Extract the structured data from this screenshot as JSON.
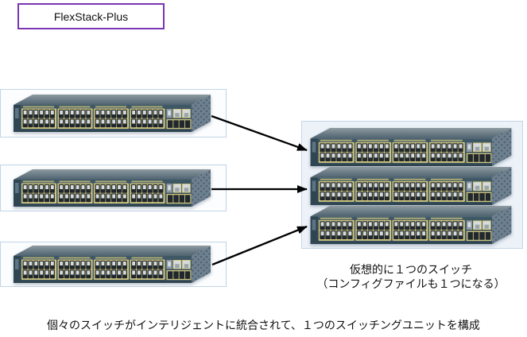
{
  "header": {
    "flexstack_label": "FlexStack-Plus"
  },
  "captions": {
    "stack_line1": "仮想的に１つのスイッチ",
    "stack_line2": "（コンフィグファイルも１つになる）",
    "bottom": "個々のスイッチがインテリジェントに統合されて、１つのスイッチングユニットを構成"
  },
  "diagram": {
    "standalone_switch_count": 3,
    "stacked_switch_count": 3,
    "arrow_count": 3,
    "switch_port_count": 48
  },
  "colors": {
    "accent_purple": "#7a35b2",
    "box_border": "#c3d4e6",
    "left_box_fill": "#fbfdff",
    "stack_box_fill": "#edf2f9",
    "arrow_color": "#000000",
    "text_color": "#111111",
    "sw_chassis": "#3f5865",
    "sw_chassis_dark": "#2f4552",
    "sw_top_light": "#8d9aa0",
    "sw_top_dark": "#4e6270",
    "sw_side": "#6d8090",
    "sw_side_dark": "#465864",
    "sw_port_frame": "#cfc47e",
    "sw_port_dark": "#20282e",
    "sw_port_light": "#d6dbdd",
    "sw_uplink_metal": "#8e9ba6"
  }
}
